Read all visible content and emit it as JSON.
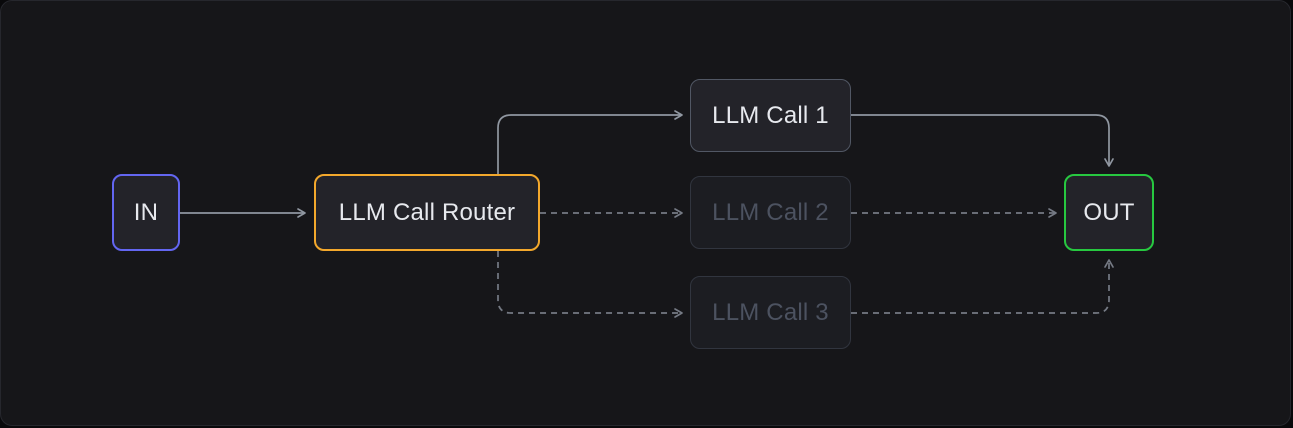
{
  "diagram": {
    "type": "flow",
    "description": "LLM call routing workflow",
    "nodes": [
      {
        "id": "in",
        "label": "IN",
        "border_color": "#6366f1",
        "role": "input",
        "state": "active"
      },
      {
        "id": "router",
        "label": "LLM Call Router",
        "border_color": "#f3a82c",
        "role": "router",
        "state": "active"
      },
      {
        "id": "call1",
        "label": "LLM Call 1",
        "border_color": "#515764",
        "role": "llm-call",
        "state": "active"
      },
      {
        "id": "call2",
        "label": "LLM Call 2",
        "border_color": "#31353f",
        "role": "llm-call",
        "state": "inactive"
      },
      {
        "id": "call3",
        "label": "LLM Call 3",
        "border_color": "#31353f",
        "role": "llm-call",
        "state": "inactive"
      },
      {
        "id": "out",
        "label": "OUT",
        "border_color": "#27c840",
        "role": "output",
        "state": "active"
      }
    ],
    "edges": [
      {
        "from": "in",
        "to": "router",
        "style": "solid"
      },
      {
        "from": "router",
        "to": "call1",
        "style": "solid"
      },
      {
        "from": "router",
        "to": "call2",
        "style": "dashed"
      },
      {
        "from": "router",
        "to": "call3",
        "style": "dashed"
      },
      {
        "from": "call1",
        "to": "out",
        "style": "solid"
      },
      {
        "from": "call2",
        "to": "out",
        "style": "dashed"
      },
      {
        "from": "call3",
        "to": "out",
        "style": "dashed"
      }
    ],
    "colors": {
      "canvas_bg": "#161619",
      "canvas_border": "#26272d",
      "node_bg": "#232329",
      "inactive_node_bg": "#1c1d22",
      "active_text": "#e7e9ee",
      "inactive_text": "#4c5260",
      "solid_edge": "#9097a1",
      "dashed_edge": "#757a84"
    }
  }
}
